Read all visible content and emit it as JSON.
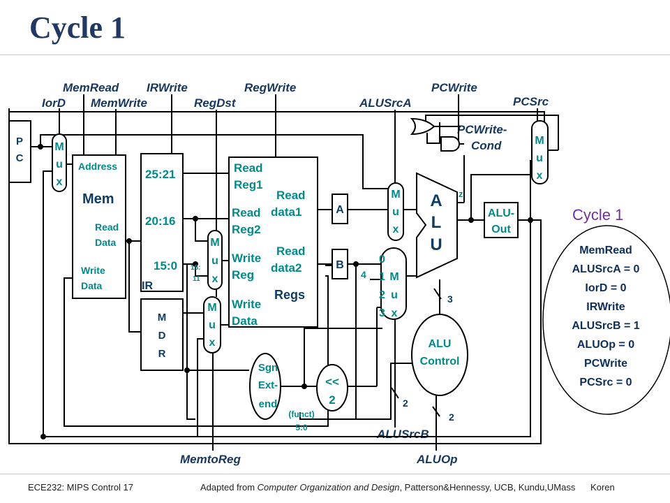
{
  "title": "Cycle 1",
  "footer": {
    "left": "ECE232: MIPS Control 17",
    "right_prefix": "Adapted from ",
    "right_book": "Computer Organization and Design",
    "right_suffix": ", Patterson&Hennessy, UCB, Kundu,UMass",
    "right_author": "Koren"
  },
  "control_signals": {
    "memread": "MemRead",
    "irwrite": "IRWrite",
    "regwrite": "RegWrite",
    "pcwrite": "PCWrite",
    "iord": "IorD",
    "memwrite": "MemWrite",
    "regdst": "RegDst",
    "alusrca": "ALUSrcA",
    "pcsrc": "PCSrc",
    "pcwrite_cond_1": "PCWrite-",
    "pcwrite_cond_2": "Cond",
    "memtoreg": "MemtoReg",
    "alusrcb": "ALUSrcB",
    "aluop": "ALUOp"
  },
  "blocks": {
    "pc": [
      "P",
      "C"
    ],
    "mux": [
      "M",
      "u",
      "x"
    ],
    "mem": {
      "address": "Address",
      "name": "Mem",
      "read_data_1": "Read",
      "read_data_2": "Data",
      "write_data_1": "Write",
      "write_data_2": "Data"
    },
    "ir": {
      "f1": "25:21",
      "f2": "20:16",
      "f3": "15:0",
      "name": "IR"
    },
    "mdr": [
      "M",
      "D",
      "R"
    ],
    "regs": {
      "rr1a": "Read",
      "rr1b": "Reg1",
      "rr2a": "Read",
      "rr2b": "Reg2",
      "wra": "Write",
      "wrb": "Reg",
      "wda": "Write",
      "wdb": "Data",
      "rd1a": "Read",
      "rd1b": "data1",
      "rd2a": "Read",
      "rd2b": "data2",
      "name": "Regs"
    },
    "a": "A",
    "b": "B",
    "alu": [
      "A",
      "L",
      "U"
    ],
    "zero": "z",
    "aluout_1": "ALU-",
    "aluout_2": "Out",
    "alucontrol_1": "ALU",
    "alucontrol_2": "Control",
    "signext": [
      "Sgn",
      "Ext-",
      "end"
    ],
    "shift": [
      "<<",
      "2"
    ],
    "funct_1": "(funct)",
    "funct_2": "5:0",
    "regdst_in_1": "15:",
    "regdst_in_2": "11",
    "mux4_inputs": [
      "0",
      "1",
      "2",
      "3"
    ],
    "mux4_letters": [
      "M",
      "u",
      "x"
    ],
    "four": "4",
    "width_3": "3",
    "width_2a": "2",
    "width_2b": "2"
  },
  "info": {
    "heading": "Cycle 1",
    "lines": [
      "MemRead",
      "ALUSrcA = 0",
      "IorD = 0",
      "IRWrite",
      "ALUSrcB = 1",
      "ALUOp = 0",
      "PCWrite",
      "PCSrc = 0"
    ]
  },
  "colors": {
    "control": "#17375e",
    "internal": "#008b8b",
    "title": "#1f3864",
    "cycle": "#7030a0"
  }
}
